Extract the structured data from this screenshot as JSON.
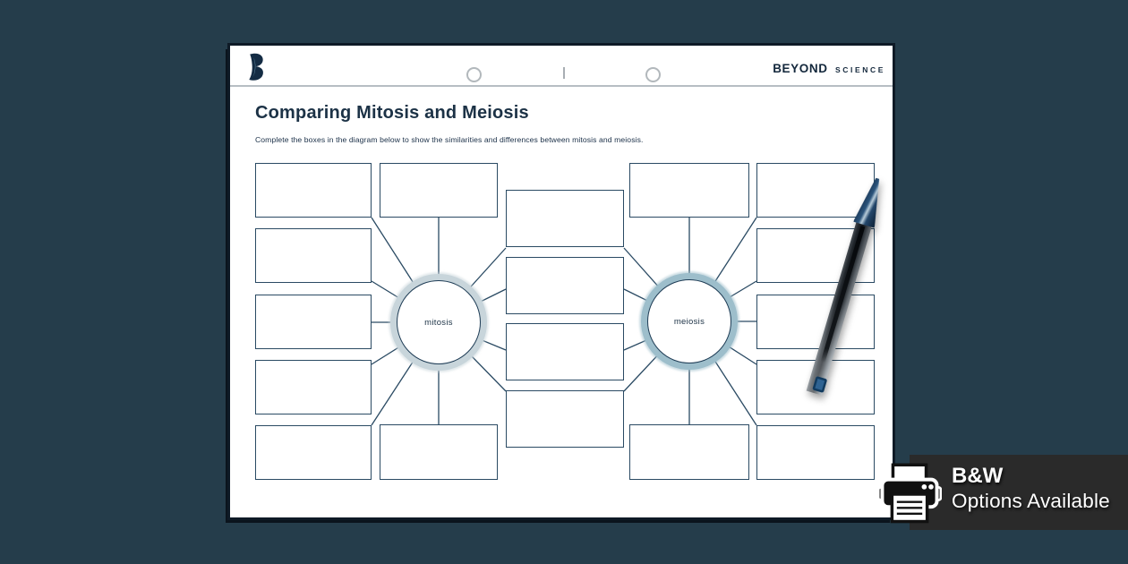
{
  "brand": {
    "logo_letter": "B",
    "name": "BEYOND",
    "subname": "SCIENCE"
  },
  "worksheet": {
    "title": "Comparing Mitosis and Meiosis",
    "instructions": "Complete the boxes in the diagram below to show the similarities and differences between mitosis and meiosis."
  },
  "diagram": {
    "type": "comparison-concept-map",
    "mitosis_label": "mitosis",
    "meiosis_label": "meiosis",
    "mitosis_only_empty_boxes": 7,
    "shared_empty_boxes": 4,
    "meiosis_only_empty_boxes": 7,
    "colors": {
      "box_border": "#2a4a63",
      "connector_line": "#2a4a63",
      "mitosis_halo": "#c8d5db",
      "meiosis_halo": "#9dbecb",
      "text_navy": "#1c3246"
    }
  },
  "badge": {
    "heading": "B&W",
    "subheading": "Options Available",
    "background": "#2a2a2a",
    "icon": "printer-icon"
  },
  "scene": {
    "background_color": "#253d4b",
    "prop": "ballpoint-pen"
  }
}
